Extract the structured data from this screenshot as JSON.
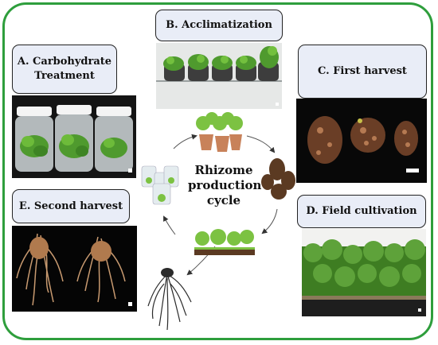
{
  "stages": {
    "a": "A. Carbohydrate Treatment",
    "b": "B. Acclimatization",
    "c": "C. First harvest",
    "d": "D. Field cultivation",
    "e": "E. Second harvest"
  },
  "cycle_title": "Rhizome production cycle",
  "colors": {
    "frame": "#2e9e3c",
    "label_fill": "#e9edf7",
    "plant": "#7cc242",
    "pot": "#c8825a",
    "rhizome": "#5b3a22"
  }
}
